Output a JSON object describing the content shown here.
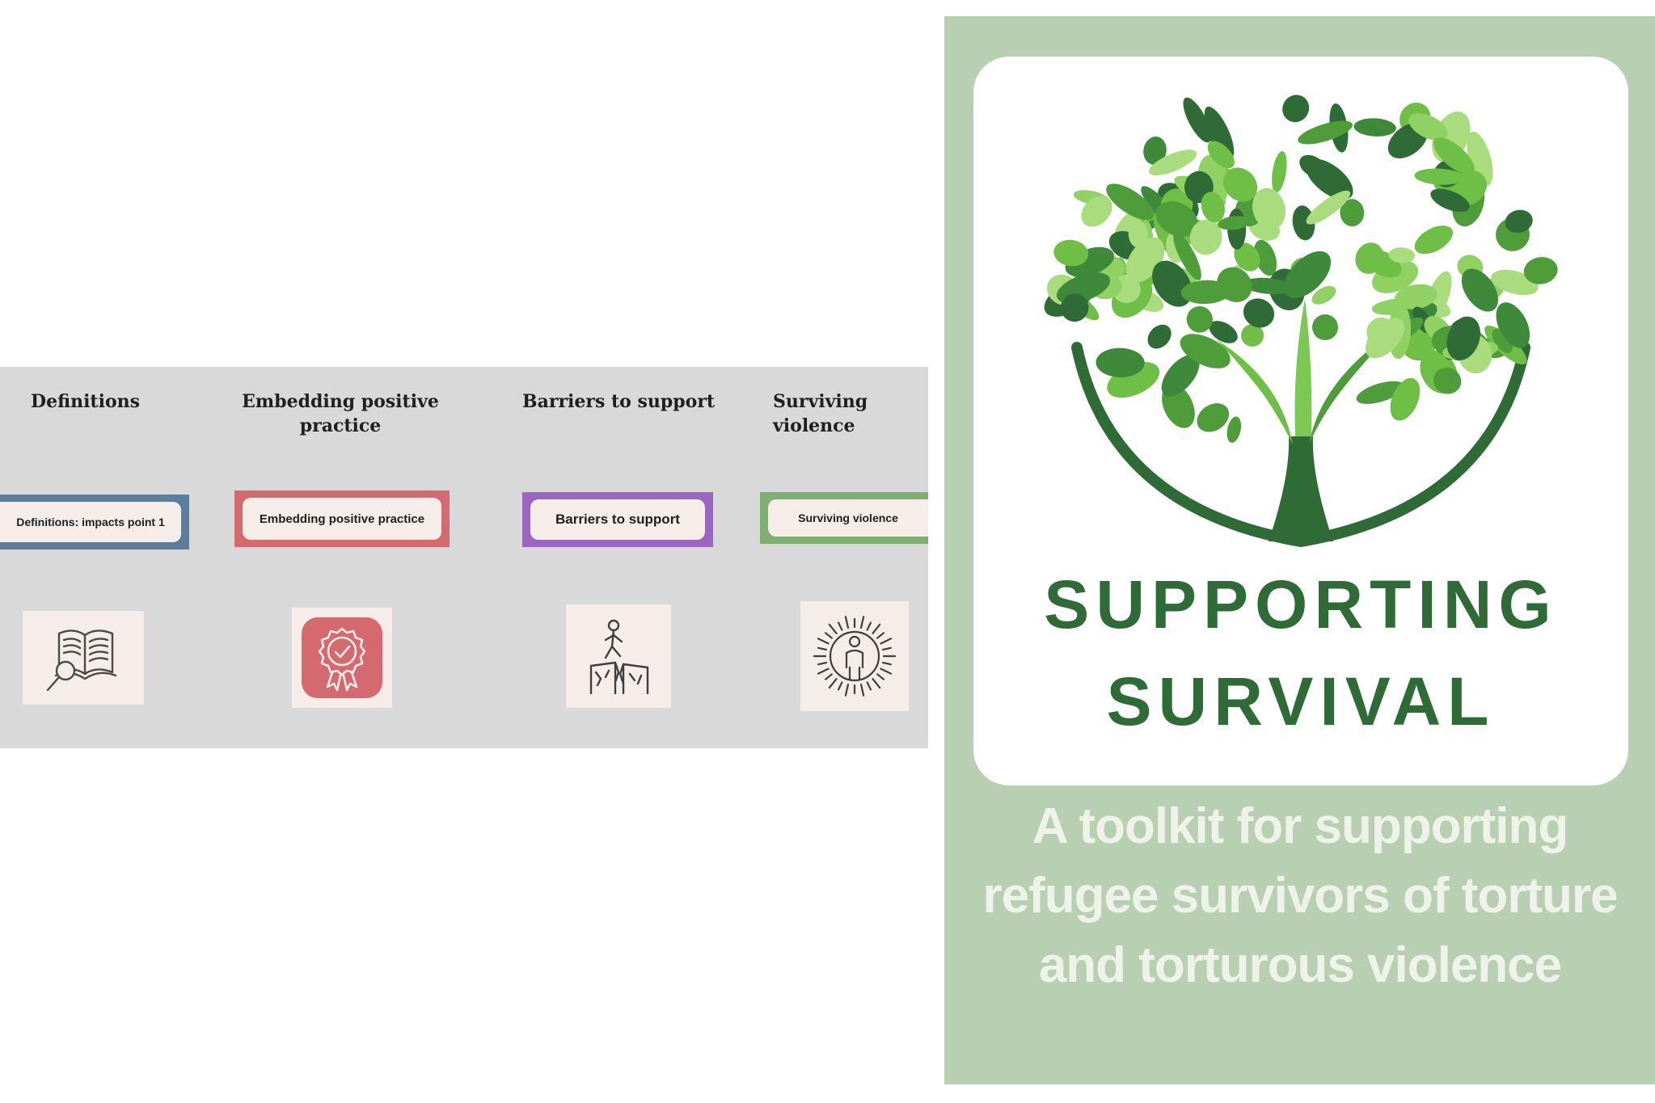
{
  "modules": [
    {
      "title": "Definitions",
      "tag_label": "Definitions: impacts point 1",
      "tag_color": "#5c7d9b",
      "icon": "book-magnifier-icon"
    },
    {
      "title": "Embedding positive practice",
      "tag_label": "Embedding positive practice",
      "tag_color": "#d46a6f",
      "icon": "award-badge-icon"
    },
    {
      "title": "Barriers to support",
      "tag_label": "Barriers to support",
      "tag_color": "#9a66bf",
      "icon": "person-climbing-gap-icon"
    },
    {
      "title": "Surviving violence",
      "tag_label": "Surviving violence",
      "tag_color": "#7fae72",
      "icon": "person-radiating-icon"
    }
  ],
  "cover": {
    "brand_line1": "SUPPORTING",
    "brand_line2": "SURVIVAL",
    "subtitle": "A toolkit for supporting refugee survivors of torture and torturous violence",
    "background_color": "#b9cfb1",
    "brand_color": "#2f6b36",
    "logo_icon": "tree-with-people-icon"
  },
  "colors": {
    "strip_background": "#d9d9d9",
    "card_background": "#f6ece8"
  }
}
